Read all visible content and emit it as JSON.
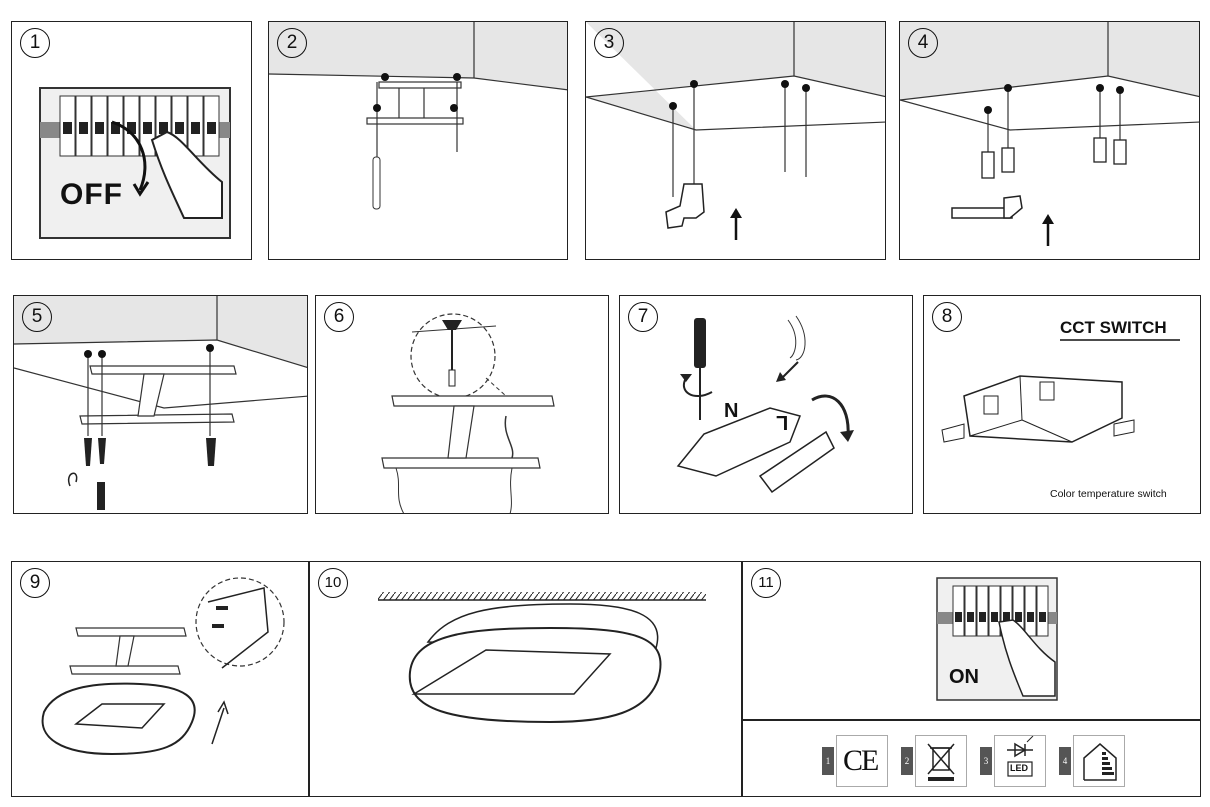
{
  "steps": [
    {
      "label": "1"
    },
    {
      "label": "2"
    },
    {
      "label": "3"
    },
    {
      "label": "4"
    },
    {
      "label": "5"
    },
    {
      "label": "6"
    },
    {
      "label": "7"
    },
    {
      "label": "8"
    },
    {
      "label": "9"
    },
    {
      "label": "10"
    },
    {
      "label": "11"
    }
  ],
  "step1": {
    "breaker_text": "OFF"
  },
  "step7": {
    "wire_n": "N",
    "wire_l": "L"
  },
  "step8": {
    "title": "CCT SWITCH",
    "caption": "Color temperature switch"
  },
  "step11": {
    "breaker_text": "ON"
  },
  "certifications": [
    {
      "index": "1",
      "mark": "CE",
      "icon": "ce-mark-icon"
    },
    {
      "index": "2",
      "mark": "",
      "icon": "weee-bin-icon"
    },
    {
      "index": "3",
      "mark": "LED",
      "icon": "led-diode-icon"
    },
    {
      "index": "4",
      "mark": "",
      "icon": "energy-class-house-icon"
    }
  ]
}
